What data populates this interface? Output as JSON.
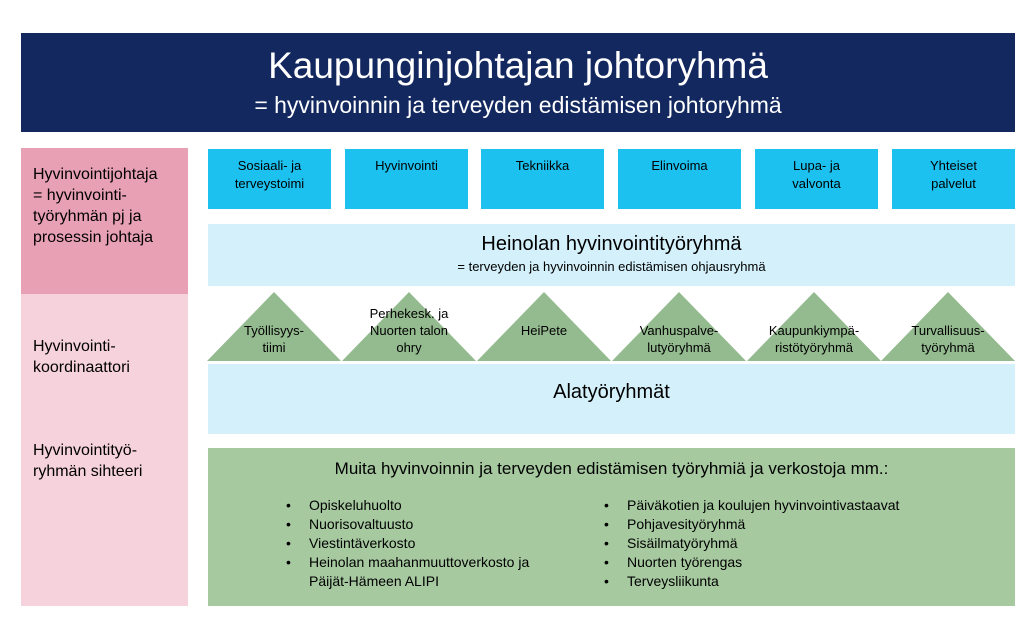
{
  "header": {
    "title": "Kaupunginjohtajan johtoryhmä",
    "subtitle": "= hyvinvoinnin ja terveyden edistämisen johtoryhmä"
  },
  "left": {
    "director": [
      "Hyvinvointijohtaja",
      "= hyvinvointi-",
      "työryhmän pj ja",
      "prosessin johtaja"
    ],
    "coordinator": [
      "Hyvinvointi-",
      "koordinaattori"
    ],
    "secretary": [
      "Hyvinvointityö-",
      "ryhmän sihteeri"
    ]
  },
  "departments": [
    [
      "Sosiaali- ja",
      "terveystoimi"
    ],
    [
      "Hyvinvointi"
    ],
    [
      "Tekniikka"
    ],
    [
      "Elinvoima"
    ],
    [
      "Lupa- ja",
      "valvonta"
    ],
    [
      "Yhteiset",
      "palvelut"
    ]
  ],
  "steering": {
    "title": "Heinolan hyvinvointityöryhmä",
    "subtitle": "= terveyden ja hyvinvoinnin edistämisen ohjausryhmä"
  },
  "workgroups": [
    [
      "Työllisyys-",
      "tiimi"
    ],
    [
      "Perhekesk. ja",
      "Nuorten talon",
      "ohry"
    ],
    [
      "HeiPete"
    ],
    [
      "Vanhuspalve-",
      "lutyöryhmä"
    ],
    [
      "Kaupunkiympä-",
      "ristötyöryhmä"
    ],
    [
      "Turvallisuus-",
      "työryhmä"
    ]
  ],
  "subgroups": {
    "title": "Alatyöryhmät"
  },
  "others": {
    "title": "Muita hyvinvoinnin ja terveyden edistämisen työryhmiä ja verkostoja mm.:",
    "left_list": [
      [
        "Opiskeluhuolto"
      ],
      [
        "Nuorisovaltuusto"
      ],
      [
        "Viestintäverkosto"
      ],
      [
        "Heinolan maahanmuuttoverkosto ja",
        "Päijät-Hämeen ALIPI"
      ]
    ],
    "right_list": [
      [
        "Päiväkotien ja koulujen hyvinvointivastaavat"
      ],
      [
        "Pohjavesityöryhmä"
      ],
      [
        "Sisäilmatyöryhmä"
      ],
      [
        "Nuorten työrengas"
      ],
      [
        "Terveysliikunta"
      ]
    ]
  },
  "colors": {
    "header": "#13285f",
    "department": "#1cc1f0",
    "light_blue": "#d4f1fb",
    "triangle": "#94bb8f",
    "green_panel": "#a6c9a0",
    "pink_dark": "#e8a0b4",
    "pink_light": "#f6d2dd"
  }
}
